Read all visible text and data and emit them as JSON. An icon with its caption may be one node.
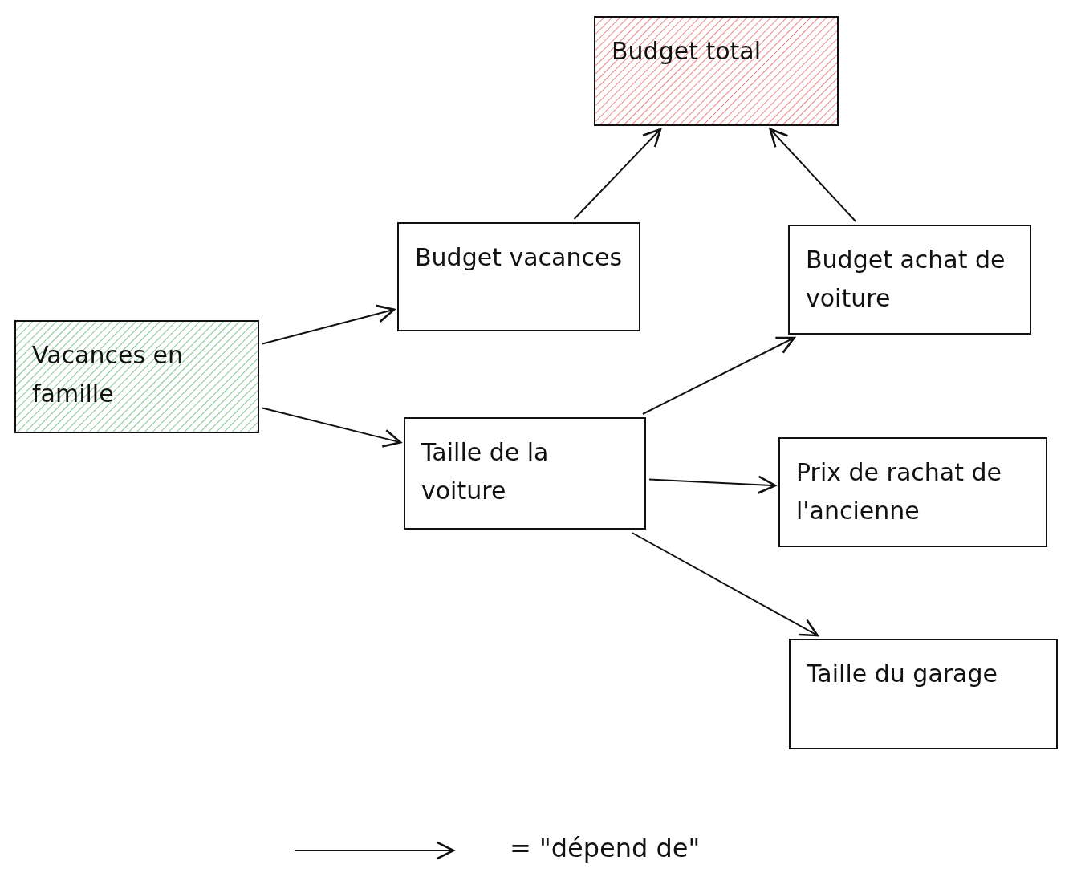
{
  "diagram": {
    "nodes": [
      {
        "text": [
          "Budget total"
        ]
      },
      {
        "text": [
          "Budget vacances"
        ]
      },
      {
        "text": [
          "Budget achat de voiture"
        ]
      },
      {
        "text": [
          "Vacances en famille"
        ]
      },
      {
        "text": [
          "Taille de la voiture"
        ]
      },
      {
        "text": [
          "Prix de rachat de l'ancienne"
        ]
      },
      {
        "text": [
          "Taille du garage"
        ]
      }
    ],
    "edges": [
      {
        "from": 1,
        "to": 0,
        "arrow": "to"
      },
      {
        "from": 2,
        "to": 0,
        "arrow": "to"
      },
      {
        "from": 3,
        "to": 1,
        "arrow": "to"
      },
      {
        "from": 3,
        "to": 4,
        "arrow": "to"
      },
      {
        "from": 4,
        "to": 2,
        "arrow": "to"
      },
      {
        "from": 4,
        "to": 5,
        "arrow": "to"
      },
      {
        "from": 4,
        "to": 6,
        "arrow": "to"
      }
    ],
    "legend": [
      {
        "text": "= \"dépend de\""
      }
    ]
  }
}
